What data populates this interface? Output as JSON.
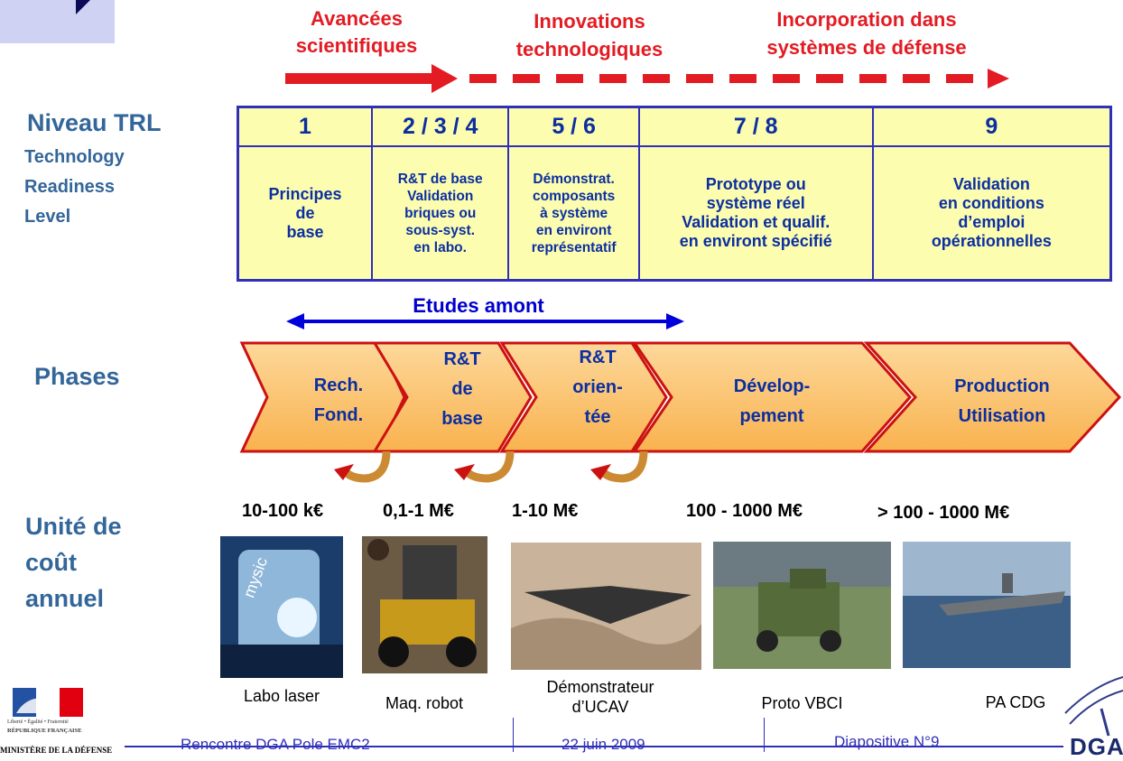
{
  "top_arrows": {
    "sci_line1": "Avancées",
    "sci_line2": "scientifiques",
    "innov_line1": "Innovations",
    "innov_line2": "technologiques",
    "incorp_line1": "Incorporation dans",
    "incorp_line2": "systèmes de défense"
  },
  "left_labels": {
    "trl_title": "Niveau TRL",
    "trl_sub1": "Technology",
    "trl_sub2": "Readiness",
    "trl_sub3": "Level",
    "phases": "Phases",
    "cost1": "Unité de",
    "cost2": "coût",
    "cost3": "annuel"
  },
  "trl": {
    "levels": [
      "1",
      "2 / 3 / 4",
      "5 / 6",
      "7 / 8",
      "9"
    ],
    "desc": [
      [
        "Principes",
        "de",
        "base"
      ],
      [
        "R&T de base",
        "Validation",
        "briques ou",
        "sous-syst.",
        "en labo."
      ],
      [
        "Démonstrat.",
        "composants",
        "à système",
        "en environt",
        "représentatif"
      ],
      [
        "Prototype ou",
        "système réel",
        "Validation et qualif.",
        "en environt spécifié"
      ],
      [
        "Validation",
        "en conditions",
        "d’emploi",
        "opérationnelles"
      ]
    ]
  },
  "etudes_amont": "Etudes amont",
  "phases": [
    [
      "Rech.",
      "Fond."
    ],
    [
      "R&T",
      "de",
      "base"
    ],
    [
      "R&T",
      "orien-",
      "tée"
    ],
    [
      "Dévelop-",
      "pement"
    ],
    [
      "Production",
      "Utilisation"
    ]
  ],
  "costs": [
    "10-100 k€",
    "0,1-1 M€",
    "1-10 M€",
    "100 - 1000 M€",
    "> 100 - 1000 M€"
  ],
  "captions": {
    "c1": "Labo laser",
    "c2": "Maq. robot",
    "c3_line1": "Démonstrateur",
    "c3_line2": "d’UCAV",
    "c4": "Proto VBCI",
    "c5": "PA CDG"
  },
  "photo_texts": {
    "laser_machine": "mysic"
  },
  "footer": {
    "event": "Rencontre DGA Pole EMC2",
    "date": "22 juin 2009",
    "slide": "Diapositive N°9"
  },
  "logos": {
    "rf_line1": "Liberté • Égalité • Fraternité",
    "rf_line2": "RÉPUBLIQUE FRANÇAISE",
    "ministry": "MINISTÈRE DE LA DÉFENSE",
    "dga": "DGA"
  },
  "colors": {
    "red_arrow": "#e31b23",
    "table_border": "#2f2fb8",
    "table_fill": "#fdfdb0",
    "chevron_fill": "#fbc06a",
    "chevron_border": "#cc1111",
    "left_label": "#336699",
    "blue_text": "#0b2fa0"
  }
}
